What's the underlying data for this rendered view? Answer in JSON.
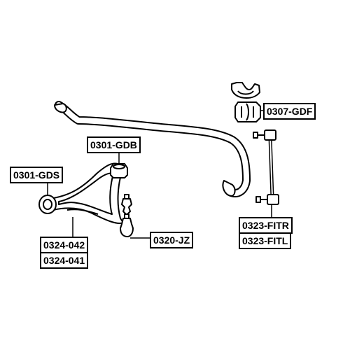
{
  "labels": {
    "gdb": "0301-GDB",
    "gds": "0301-GDS",
    "gdf": "0307-GDF",
    "fitr": "0323-FITR",
    "fitl": "0323-FITL",
    "jz": "0320-JZ",
    "p042": "0324-042",
    "p041": "0324-041"
  },
  "colors": {
    "line": "#000000",
    "box_fill": "#ffffff",
    "background": "#ffffff"
  }
}
